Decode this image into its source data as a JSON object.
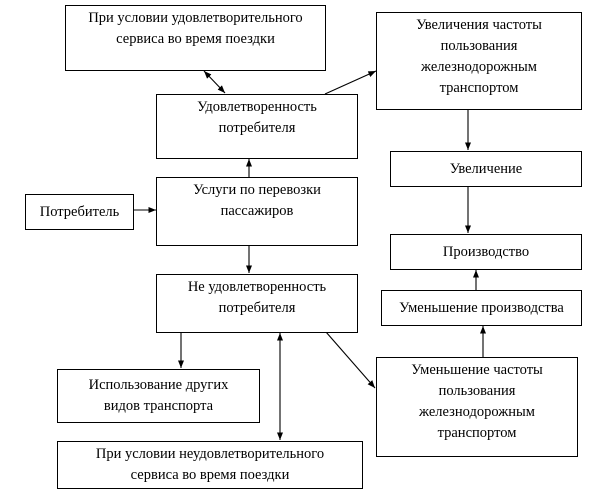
{
  "diagram": {
    "nodes": {
      "satisfactory_service": "При условии удовлетворительного\nсервиса во время поездки",
      "consumer_satisfaction": "Удовлетворенность\nпотребителя",
      "increase_frequency": "Увеличения частоты\nпользования\nжелезнодорожным\nтранспортом",
      "increase": "Увеличение",
      "consumer": "Потребитель",
      "passenger_services": "Услуги по перевозки\nпассажиров",
      "production": "Производство",
      "consumer_dissatisfaction": "Не удовлетворенность\nпотребителя",
      "production_decrease": "Уменьшение производства",
      "decrease_frequency": "Уменьшение частоты\nпользования\nжелезнодорожным\nтранспортом",
      "other_transport": "Использование других\nвидов транспорта",
      "unsatisfactory_service": "При условии неудовлетворительного\nсервиса во время поездки"
    },
    "edges": [
      {
        "from": "consumer",
        "to": "passenger_services",
        "type": "arrow"
      },
      {
        "from": "passenger_services",
        "to": "consumer_satisfaction",
        "type": "arrow"
      },
      {
        "from": "passenger_services",
        "to": "consumer_dissatisfaction",
        "type": "arrow"
      },
      {
        "from": "satisfactory_service",
        "to": "consumer_satisfaction",
        "type": "bidirectional"
      },
      {
        "from": "consumer_satisfaction",
        "to": "increase_frequency",
        "type": "arrow"
      },
      {
        "from": "increase_frequency",
        "to": "increase",
        "type": "arrow"
      },
      {
        "from": "increase",
        "to": "production",
        "type": "arrow"
      },
      {
        "from": "consumer_dissatisfaction",
        "to": "other_transport",
        "type": "arrow"
      },
      {
        "from": "consumer_dissatisfaction",
        "to": "unsatisfactory_service",
        "type": "bidirectional"
      },
      {
        "from": "consumer_dissatisfaction",
        "to": "decrease_frequency",
        "type": "arrow"
      },
      {
        "from": "decrease_frequency",
        "to": "production_decrease",
        "type": "arrow"
      },
      {
        "from": "production_decrease",
        "to": "production",
        "type": "arrow"
      }
    ]
  }
}
